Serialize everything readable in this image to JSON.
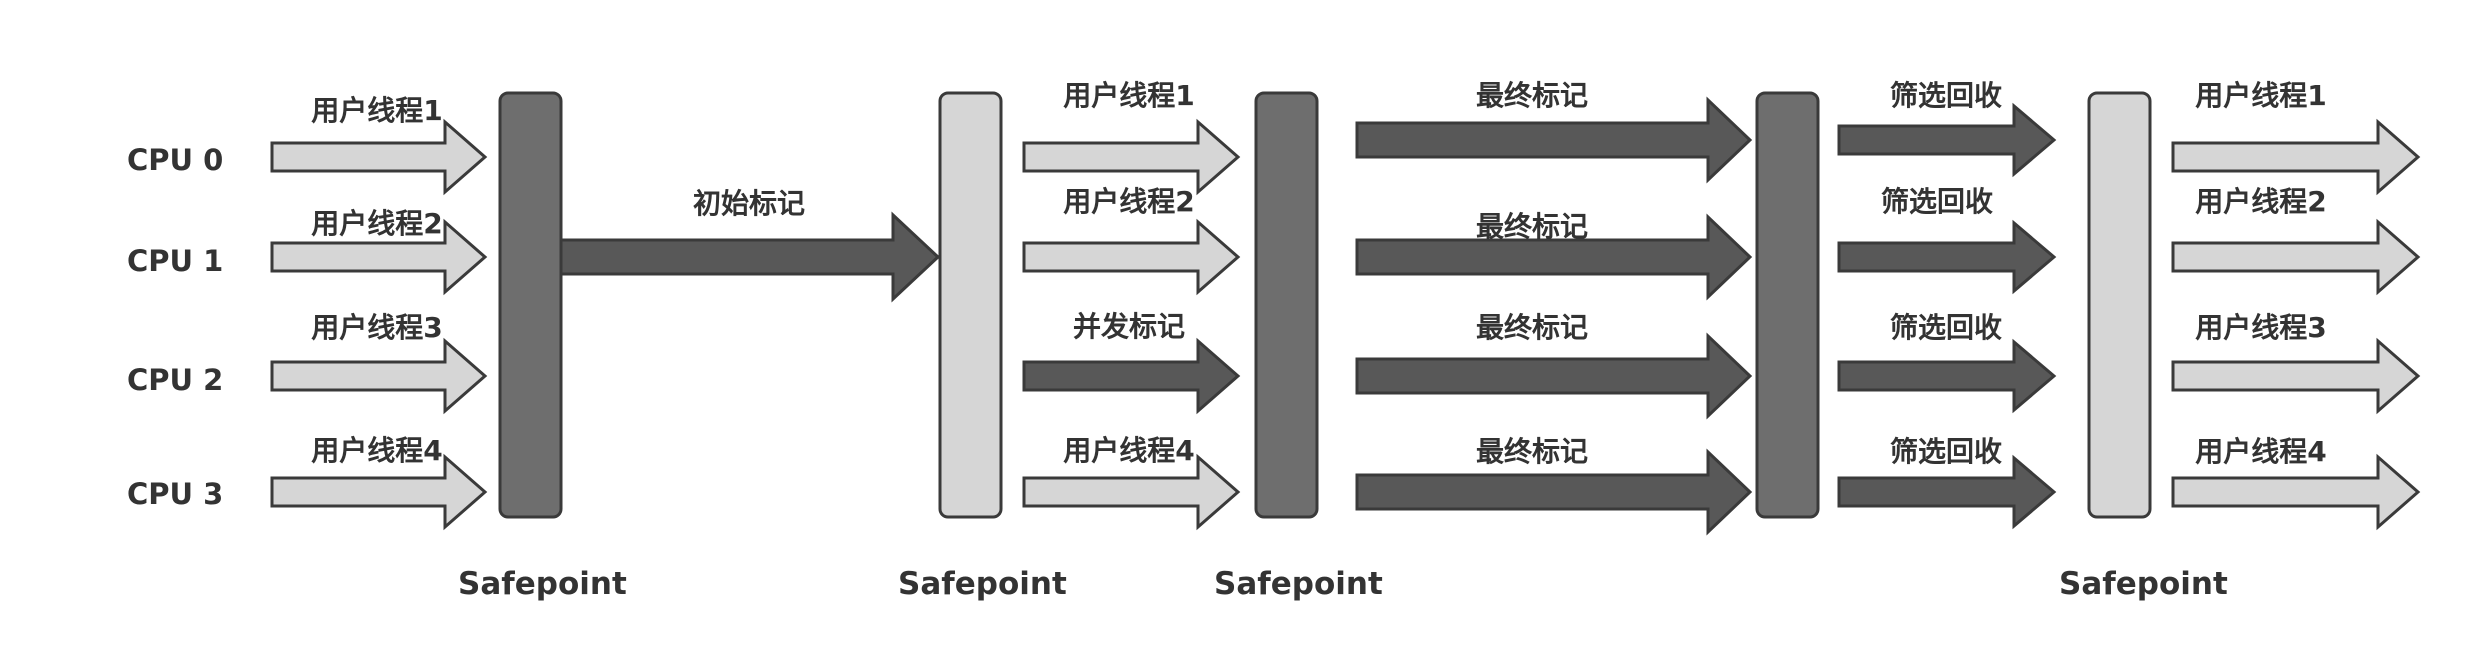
{
  "colors": {
    "dark_fill": "#6e6e6e",
    "dark_arrow": "#585858",
    "light_fill": "#d6d6d6",
    "stroke": "#3a3a3a",
    "text": "#333333"
  },
  "cpus": [
    "CPU 0",
    "CPU 1",
    "CPU 2",
    "CPU 3"
  ],
  "safepoint_label": "Safepoint",
  "safepoints": [
    {
      "label": "Safepoint",
      "shade": "dark"
    },
    {
      "label": "Safepoint",
      "shade": "light"
    },
    {
      "label": "Safepoint",
      "shade": "dark"
    },
    {
      "label": "Safepoint",
      "shade": "light"
    }
  ],
  "extra_bar_shade": "dark",
  "phases": [
    {
      "name": "用户线程",
      "arrows": [
        {
          "label": "用户线程1",
          "shade": "light"
        },
        {
          "label": "用户线程2",
          "shade": "light"
        },
        {
          "label": "用户线程3",
          "shade": "light"
        },
        {
          "label": "用户线程4",
          "shade": "light"
        }
      ]
    },
    {
      "name": "初始标记",
      "arrows": [
        {
          "label": "初始标记",
          "shade": "dark"
        }
      ]
    },
    {
      "name": "并发标记",
      "arrows": [
        {
          "label": "用户线程1",
          "shade": "light"
        },
        {
          "label": "用户线程2",
          "shade": "light"
        },
        {
          "label": "并发标记",
          "shade": "dark"
        },
        {
          "label": "用户线程4",
          "shade": "light"
        }
      ]
    },
    {
      "name": "最终标记",
      "arrows": [
        {
          "label": "最终标记",
          "shade": "dark"
        },
        {
          "label": "最终标记",
          "shade": "dark"
        },
        {
          "label": "最终标记",
          "shade": "dark"
        },
        {
          "label": "最终标记",
          "shade": "dark"
        }
      ]
    },
    {
      "name": "筛选回收",
      "arrows": [
        {
          "label": "筛选回收",
          "shade": "dark"
        },
        {
          "label": "筛选回收",
          "shade": "dark"
        },
        {
          "label": "筛选回收",
          "shade": "dark"
        },
        {
          "label": "筛选回收",
          "shade": "dark"
        }
      ]
    },
    {
      "name": "用户线程",
      "arrows": [
        {
          "label": "用户线程1",
          "shade": "light"
        },
        {
          "label": "用户线程2",
          "shade": "light"
        },
        {
          "label": "用户线程3",
          "shade": "light"
        },
        {
          "label": "用户线程4",
          "shade": "light"
        }
      ]
    }
  ]
}
